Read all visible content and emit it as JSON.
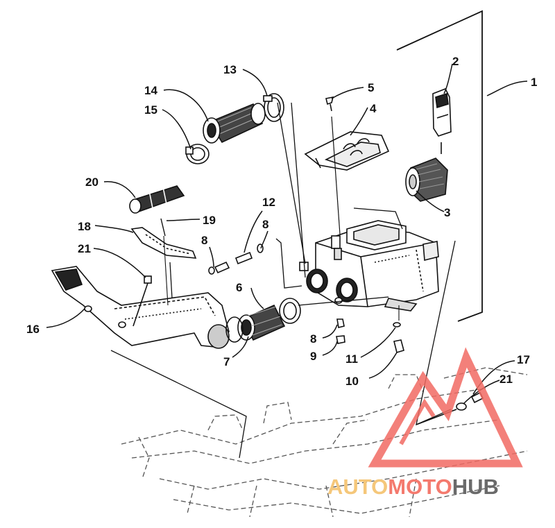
{
  "diagram": {
    "callouts": [
      {
        "id": "c1",
        "label": "1"
      },
      {
        "id": "c2",
        "label": "2"
      },
      {
        "id": "c3",
        "label": "3"
      },
      {
        "id": "c4",
        "label": "4"
      },
      {
        "id": "c5",
        "label": "5"
      },
      {
        "id": "c6",
        "label": "6"
      },
      {
        "id": "c7",
        "label": "7"
      },
      {
        "id": "c8a",
        "label": "8"
      },
      {
        "id": "c8b",
        "label": "8"
      },
      {
        "id": "c8c",
        "label": "8"
      },
      {
        "id": "c9",
        "label": "9"
      },
      {
        "id": "c10",
        "label": "10"
      },
      {
        "id": "c11",
        "label": "11"
      },
      {
        "id": "c12",
        "label": "12"
      },
      {
        "id": "c13",
        "label": "13"
      },
      {
        "id": "c14",
        "label": "14"
      },
      {
        "id": "c15",
        "label": "15"
      },
      {
        "id": "c16",
        "label": "16"
      },
      {
        "id": "c17",
        "label": "17"
      },
      {
        "id": "c18",
        "label": "18"
      },
      {
        "id": "c19",
        "label": "19"
      },
      {
        "id": "c20",
        "label": "20"
      },
      {
        "id": "c21a",
        "label": "21"
      },
      {
        "id": "c21b",
        "label": "21"
      }
    ]
  },
  "watermark": {
    "part1": "AUTO",
    "part2": "MOTO",
    "part3": "HUB",
    "colors": {
      "auto": "#f5c77a",
      "moto": "#f47a6e",
      "hub": "#6a6a6a",
      "triangle": "#f26b63"
    }
  }
}
